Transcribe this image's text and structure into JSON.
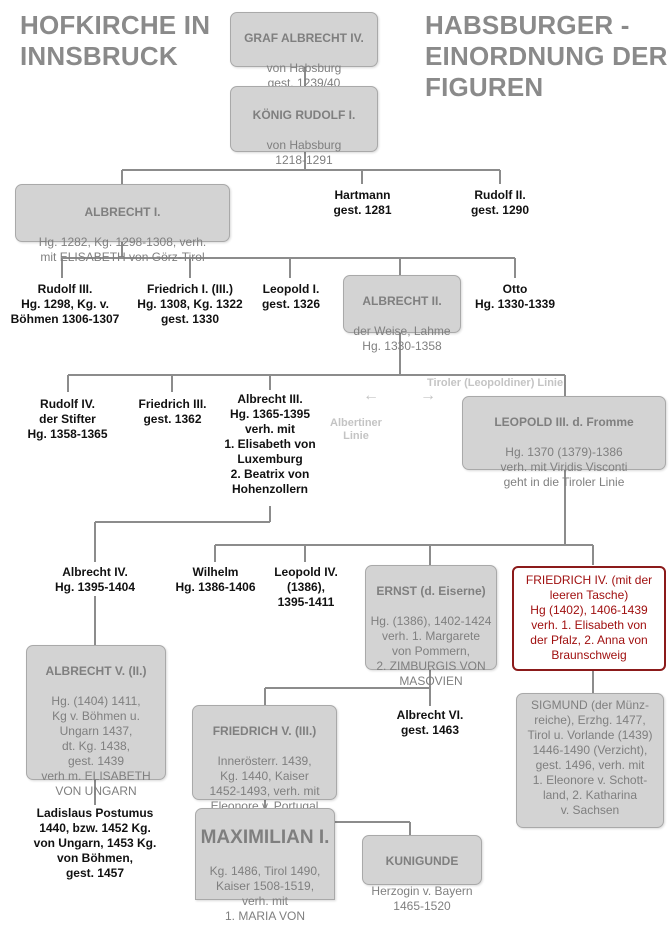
{
  "headings": {
    "left": "HOFKIRCHE IN\nINNSBRUCK",
    "right": "HABSBURGER -\nEINORDNUNG DER\nFIGUREN"
  },
  "colors": {
    "box_fill": "#d3d3d3",
    "box_text": "#7f7f7f",
    "highlight": "#a01010",
    "heading": "#8a8a8a",
    "line": "#8c8c8c"
  },
  "nodes": {
    "albrecht_iv_graf": {
      "title": "GRAF ALBRECHT IV.",
      "text": "von Habsburg\ngest. 1239/40"
    },
    "rudolf_i": {
      "title": "KÖNIG RUDOLF I.",
      "text": "von Habsburg\n1218-1291"
    },
    "albrecht_i": {
      "title": "ALBRECHT I.",
      "text": "Hg. 1282, Kg. 1298-1308, verh.\nmit ELISABETH von Görz-Tirol"
    },
    "hartmann": {
      "text": "Hartmann\ngest. 1281"
    },
    "rudolf_ii": {
      "text": "Rudolf II.\ngest. 1290"
    },
    "rudolf_iii": {
      "text": "Rudolf III.\nHg. 1298, Kg. v.\nBöhmen 1306-1307"
    },
    "friedrich_i": {
      "text": "Friedrich I. (III.)\nHg. 1308, Kg. 1322\ngest. 1330"
    },
    "leopold_i": {
      "text": "Leopold I.\ngest. 1326"
    },
    "albrecht_ii": {
      "title": "ALBRECHT II.",
      "text": "der Weise, Lahme\nHg. 1330-1358"
    },
    "otto": {
      "text": "Otto\nHg. 1330-1339"
    },
    "rudolf_iv": {
      "text": "Rudolf IV.\nder Stifter\nHg. 1358-1365"
    },
    "friedrich_iii_a": {
      "text": "Friedrich III.\ngest. 1362"
    },
    "albrecht_iii": {
      "text": "Albrecht III.\nHg. 1365-1395\nverh. mit\n1. Elisabeth von\nLuxemburg\n2. Beatrix von\nHohenzollern"
    },
    "leopold_iii": {
      "title": "LEOPOLD III. d. Fromme",
      "text": "Hg. 1370 (1379)-1386\nverh. mit Viridis Visconti\ngeht in die Tiroler Linie"
    },
    "albrecht_iv": {
      "text": "Albrecht IV.\nHg. 1395-1404"
    },
    "wilhelm": {
      "text": "Wilhelm\nHg. 1386-1406"
    },
    "leopold_iv": {
      "text": "Leopold IV.\n(1386),\n1395-1411"
    },
    "ernst": {
      "title": "ERNST (d. Eiserne)",
      "text": "Hg. (1386), 1402-1424\nverh. 1. Margarete\nvon Pommern,\n2. ZIMBURGIS VON\nMASOVIEN"
    },
    "friedrich_iv": {
      "title": "",
      "text": "FRIEDRICH IV. (mit der\nleeren Tasche)\nHg (1402), 1406-1439\nverh. 1. Elisabeth von\nder Pfalz, 2. Anna von\nBraunschweig"
    },
    "albrecht_v": {
      "title": "ALBRECHT V. (II.)",
      "text": "Hg. (1404) 1411,\nKg v. Böhmen u.\nUngarn 1437,\ndt. Kg. 1438,\ngest. 1439\nverh m. ELISABETH\nVON UNGARN"
    },
    "friedrich_v": {
      "title": "FRIEDRICH V. (III.)",
      "text": "Innerösterr. 1439,\nKg. 1440, Kaiser\n1452-1493, verh. mit\nEleonore v. Portugal"
    },
    "albrecht_vi": {
      "text": "Albrecht VI.\ngest. 1463"
    },
    "sigmund": {
      "title": "",
      "text": "SIGMUND (der Münz-\nreiche), Erzhg. 1477,\nTirol u. Vorlande (1439)\n1446-1490 (Verzicht),\ngest. 1496, verh. mit\n1. Eleonore v. Schott-\nland, 2. Katharina\nv. Sachsen"
    },
    "ladislaus": {
      "text": "Ladislaus Postumus\n1440, bzw. 1452 Kg.\nvon Ungarn, 1453 Kg.\nvon Böhmen,\ngest. 1457"
    },
    "maximilian": {
      "title": "MAXIMILIAN I.",
      "text": "Kg. 1486, Tirol 1490,\nKaiser 1508-1519,\nverh. mit\n1. MARIA VON"
    },
    "kunigunde": {
      "title": "KUNIGUNDE",
      "text": "Herzogin v. Bayern\n1465-1520"
    }
  },
  "notes": {
    "tiroler_linie": "Tiroler (Leopoldiner) Linie",
    "albertiner_linie": "Albertiner\nLinie",
    "arrow_left": "←",
    "arrow_right": "→"
  }
}
